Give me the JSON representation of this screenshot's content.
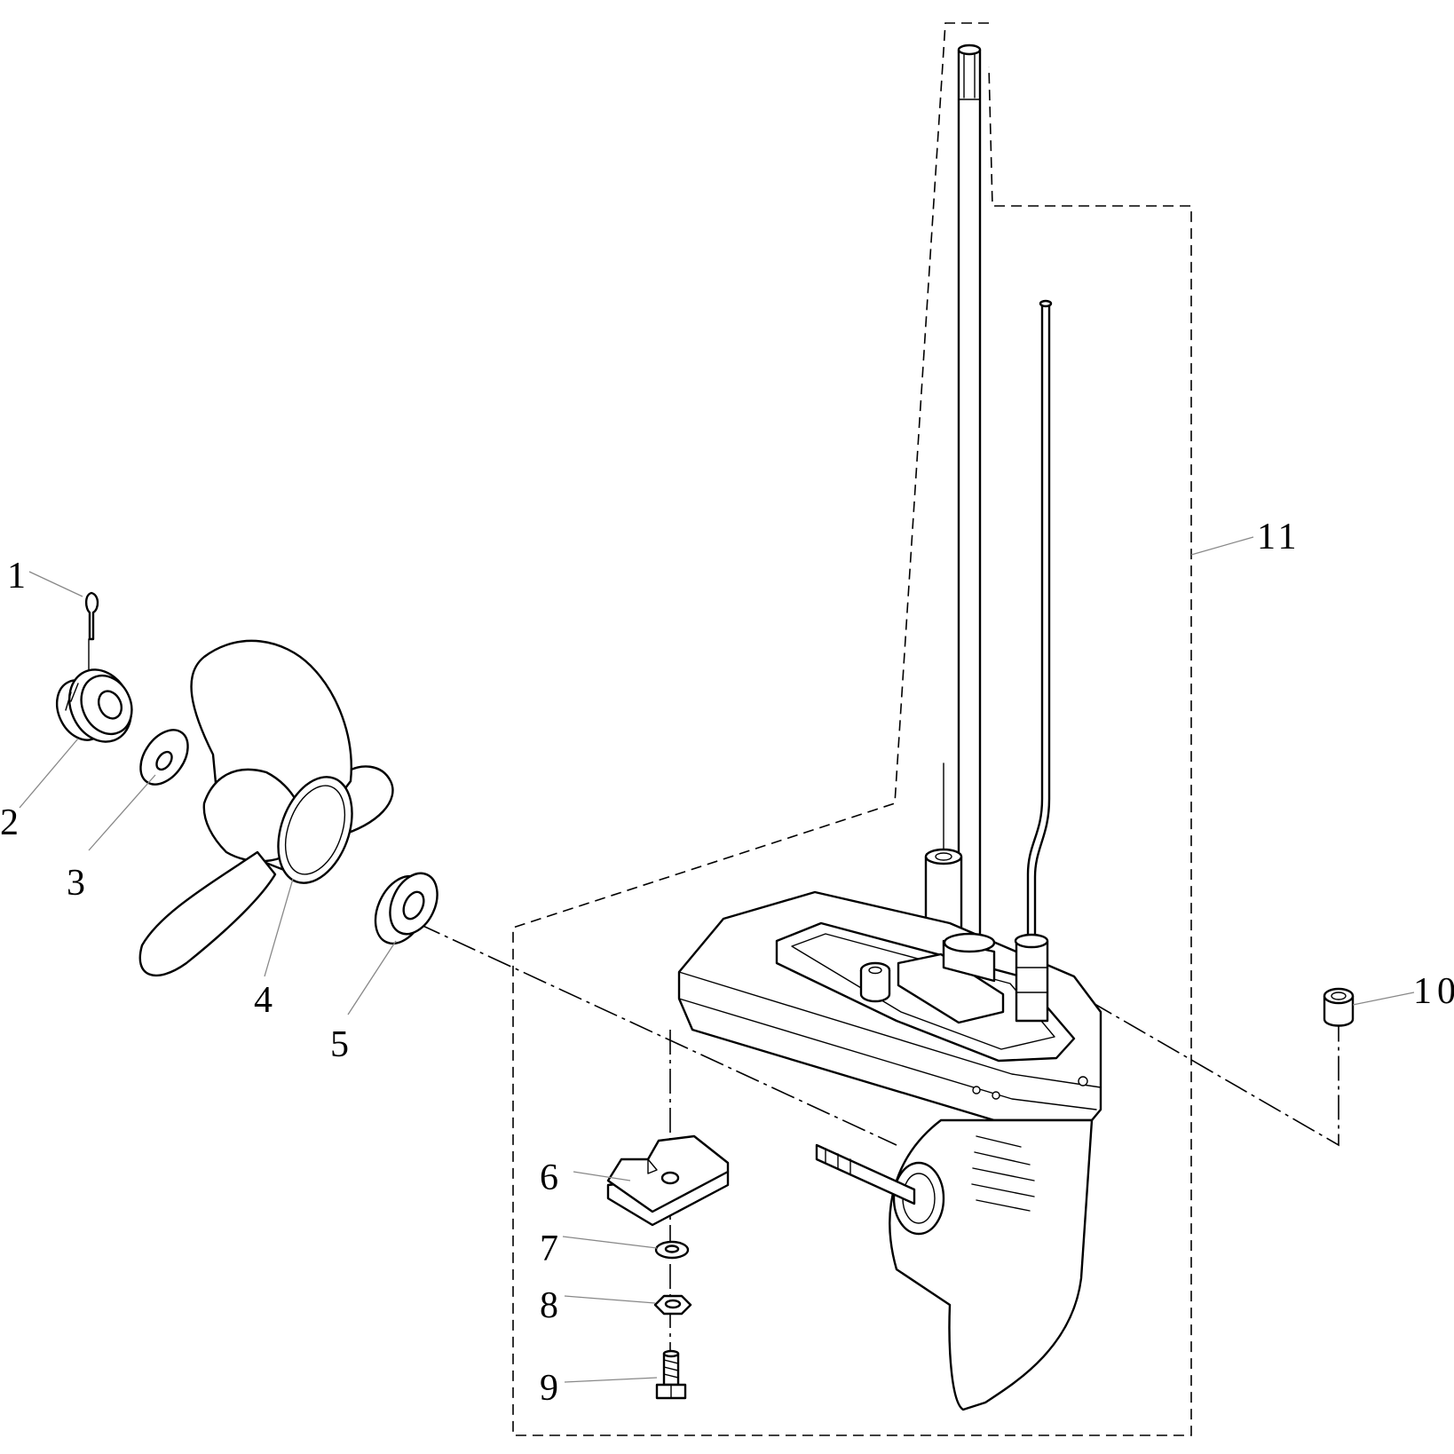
{
  "callouts": [
    {
      "number": "1"
    },
    {
      "number": "2"
    },
    {
      "number": "3"
    },
    {
      "number": "4"
    },
    {
      "number": "5"
    },
    {
      "number": "6"
    },
    {
      "number": "7"
    },
    {
      "number": "8"
    },
    {
      "number": "9"
    },
    {
      "number": "10"
    },
    {
      "number": "11"
    }
  ],
  "colors": {
    "line": "#000000",
    "leader": "#888888",
    "background": "#ffffff"
  }
}
